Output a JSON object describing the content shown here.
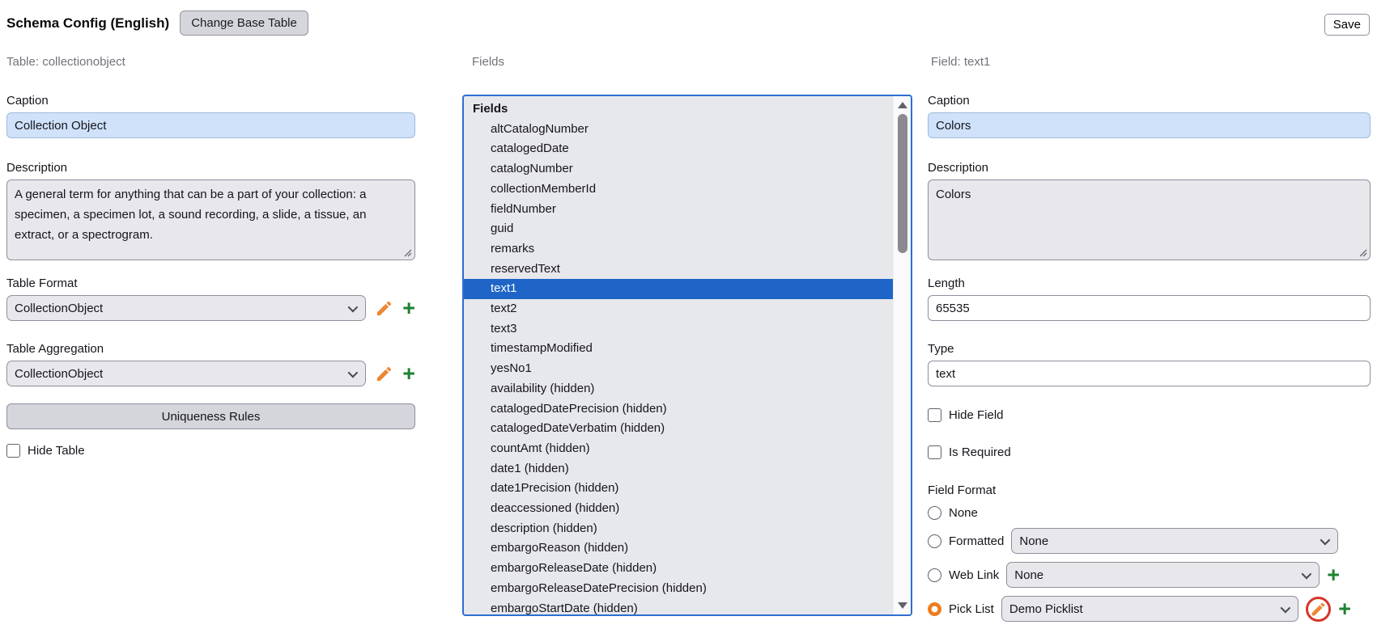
{
  "app": {
    "title": "Schema Config (English)"
  },
  "toolbar": {
    "change_base_table_label": "Change Base Table",
    "save_label": "Save"
  },
  "table_panel": {
    "heading": "Table: collectionobject",
    "caption_label": "Caption",
    "caption_value": "Collection Object",
    "description_label": "Description",
    "description_value": "A general term for anything that can be a part of your collection: a specimen, a specimen lot, a sound recording, a slide, a tissue, an extract, or a spectrogram.",
    "table_format_label": "Table Format",
    "table_format_value": "CollectionObject",
    "table_aggregation_label": "Table Aggregation",
    "table_aggregation_value": "CollectionObject",
    "uniqueness_rules_label": "Uniqueness Rules",
    "hide_table_label": "Hide Table",
    "hide_table_checked": false
  },
  "fields_panel": {
    "heading": "Fields",
    "group_label": "Fields",
    "selected_item": "text1",
    "items": [
      {
        "label": "altCatalogNumber",
        "selected": false
      },
      {
        "label": "catalogedDate",
        "selected": false
      },
      {
        "label": "catalogNumber",
        "selected": false
      },
      {
        "label": "collectionMemberId",
        "selected": false
      },
      {
        "label": "fieldNumber",
        "selected": false
      },
      {
        "label": "guid",
        "selected": false
      },
      {
        "label": "remarks",
        "selected": false
      },
      {
        "label": "reservedText",
        "selected": false
      },
      {
        "label": "text1",
        "selected": true
      },
      {
        "label": "text2",
        "selected": false
      },
      {
        "label": "text3",
        "selected": false
      },
      {
        "label": "timestampModified",
        "selected": false
      },
      {
        "label": "yesNo1",
        "selected": false
      },
      {
        "label": "availability (hidden)",
        "selected": false
      },
      {
        "label": "catalogedDatePrecision (hidden)",
        "selected": false
      },
      {
        "label": "catalogedDateVerbatim (hidden)",
        "selected": false
      },
      {
        "label": "countAmt (hidden)",
        "selected": false
      },
      {
        "label": "date1 (hidden)",
        "selected": false
      },
      {
        "label": "date1Precision (hidden)",
        "selected": false
      },
      {
        "label": "deaccessioned (hidden)",
        "selected": false
      },
      {
        "label": "description (hidden)",
        "selected": false
      },
      {
        "label": "embargoReason (hidden)",
        "selected": false
      },
      {
        "label": "embargoReleaseDate (hidden)",
        "selected": false
      },
      {
        "label": "embargoReleaseDatePrecision (hidden)",
        "selected": false
      },
      {
        "label": "embargoStartDate (hidden)",
        "selected": false
      }
    ]
  },
  "field_panel": {
    "heading": "Field: text1",
    "caption_label": "Caption",
    "caption_value": "Colors",
    "description_label": "Description",
    "description_value": "Colors",
    "length_label": "Length",
    "length_value": "65535",
    "type_label": "Type",
    "type_value": "text",
    "hide_field_label": "Hide Field",
    "hide_field_checked": false,
    "is_required_label": "Is Required",
    "is_required_checked": false,
    "field_format_label": "Field Format",
    "format_options": [
      {
        "label": "None",
        "selected": false,
        "has_select": false,
        "has_edit": false,
        "has_add": false
      },
      {
        "label": "Formatted",
        "selected": false,
        "has_select": true,
        "select_value": "None",
        "has_edit": false,
        "has_add": false
      },
      {
        "label": "Web Link",
        "selected": false,
        "has_select": true,
        "select_value": "None",
        "has_edit": false,
        "has_add": true
      },
      {
        "label": "Pick List",
        "selected": true,
        "has_select": true,
        "select_value": "Demo Picklist",
        "has_edit": true,
        "edit_annotated": true,
        "has_add": true
      }
    ]
  },
  "colors": {
    "selection_blue": "#1e65c7",
    "list_focus_border": "#2e6fd2",
    "caption_input_bg": "#cfe2fa",
    "control_bg": "#e8e8ec",
    "control_border": "#8f8f9d",
    "pencil_orange": "#ed8733",
    "plus_green": "#1d8231",
    "radio_selected_orange": "#ef7c1f",
    "annotation_red": "#d7342a"
  },
  "icons": {
    "dropdown": "chevron-down-icon",
    "edit": "pencil-icon",
    "add": "plus-icon",
    "resize": "resize-handle-icon",
    "scroll_up": "scroll-up-arrow-icon",
    "scroll_down": "scroll-down-arrow-icon"
  }
}
